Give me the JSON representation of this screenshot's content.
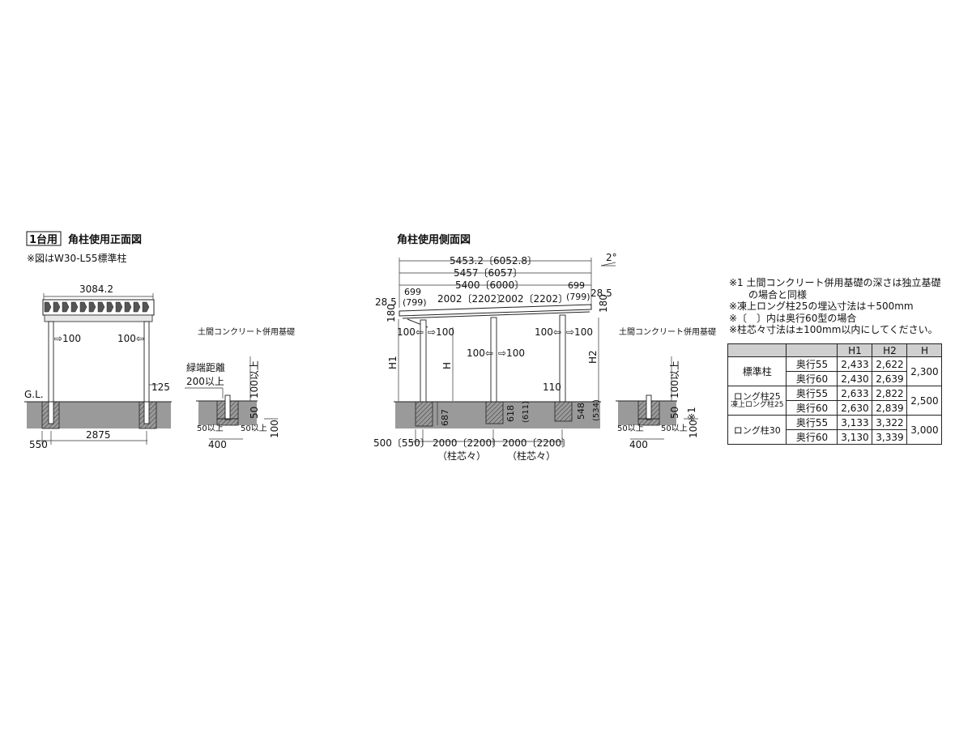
{
  "front": {
    "badge": "1台用",
    "title": "角柱使用正面図",
    "subtitle": "※図はW30-L55標準柱",
    "width_dim": "3084.2",
    "left_spacing": "⇨100",
    "right_spacing": "100⇦",
    "gap_dim": "125",
    "gl": "G.L.",
    "bottom_left": "550",
    "bottom_span": "2875",
    "edge_title": "緑端距離",
    "edge_value": "200以上"
  },
  "front_detail": {
    "title": "土間コンクリート併用基礎",
    "depth_over": "100以上",
    "d50": "50",
    "left_min": "50以上",
    "right_min": "50以上",
    "bottom": "100",
    "width": "400"
  },
  "side": {
    "title": "角柱使用側面図",
    "angle": "2°",
    "dim_total": "5453.2〔6052.8〕",
    "dim_roof": "5457〔6057〕",
    "dim_frame": "5400〔6000〕",
    "left_over": "699",
    "left_over_alt": "(799)",
    "right_over": "699",
    "right_over_alt": "(799)",
    "span1": "2002〔2202〕",
    "span2": "2002〔2202〕",
    "left_end": "28.5",
    "right_end": "28.5",
    "left_h": "180",
    "right_h": "180",
    "label_h1": "H1",
    "label_h": "H",
    "label_h2": "H2",
    "sp_left_a": "100⇦",
    "sp_left_b": "⇨100",
    "sp_mid_a": "100⇦",
    "sp_mid_b": "⇨100",
    "sp_right_a": "100⇦",
    "sp_right_b": "⇨100",
    "dim_110": "110",
    "d687": "687",
    "d618": "618",
    "d611": "(611)",
    "d548": "548",
    "d534": "(534)",
    "bottom_first": "500〔550〕",
    "bottom_span1": "2000〔2200〕",
    "bottom_span2": "2000〔2200〕",
    "bottom_note1": "（柱芯々）",
    "bottom_note2": "（柱芯々）"
  },
  "side_detail": {
    "title": "土間コンクリート併用基礎",
    "depth_over": "100以上",
    "d50": "50",
    "note_mark": "※1",
    "left_min": "50以上",
    "right_min": "50以上",
    "bottom": "100",
    "width": "400"
  },
  "notes": [
    "※1 土間コンクリート併用基礎の深さは独立基礎",
    "　　の場合と同様",
    "※凍上ロング柱25の埋込寸法は＋500mm",
    "※〔　〕内は奥行60型の場合",
    "※柱芯々寸法は±100mm以内にしてください。"
  ],
  "table": {
    "headers": [
      "",
      "",
      "H1",
      "H2",
      "H"
    ],
    "groups": [
      {
        "name": "標準柱",
        "sub": "",
        "h": "2,300",
        "rows": [
          {
            "depth": "奥行55",
            "h1": "2,433",
            "h2": "2,622"
          },
          {
            "depth": "奥行60",
            "h1": "2,430",
            "h2": "2,639"
          }
        ]
      },
      {
        "name": "ロング柱25",
        "sub": "凍上ロング柱25",
        "h": "2,500",
        "rows": [
          {
            "depth": "奥行55",
            "h1": "2,633",
            "h2": "2,822"
          },
          {
            "depth": "奥行60",
            "h1": "2,630",
            "h2": "2,839"
          }
        ]
      },
      {
        "name": "ロング柱30",
        "sub": "",
        "h": "3,000",
        "rows": [
          {
            "depth": "奥行55",
            "h1": "3,133",
            "h2": "3,322"
          },
          {
            "depth": "奥行60",
            "h1": "3,130",
            "h2": "3,339"
          }
        ]
      }
    ]
  }
}
